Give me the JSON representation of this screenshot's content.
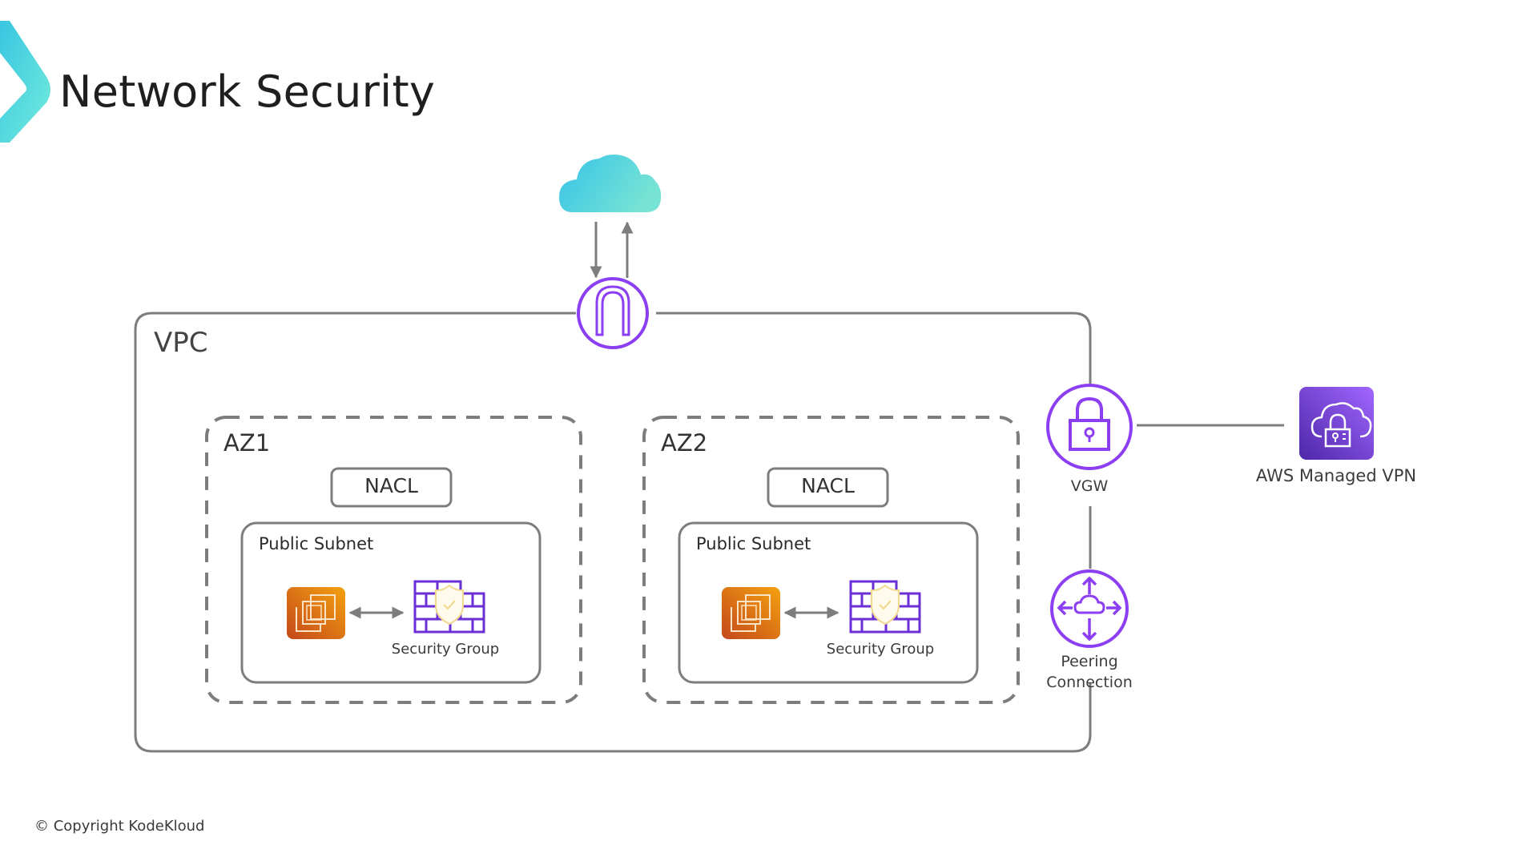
{
  "slide": {
    "title": "Network Security",
    "copyright": "© Copyright KodeKloud"
  },
  "colors": {
    "logo_start": "#3CC8E0",
    "logo_end": "#6EE8DC",
    "cloud_start": "#3CC5E6",
    "cloud_end": "#72E2D6",
    "aws_purple": "#8C3FF2",
    "ec2_start": "#C8511B",
    "ec2_end": "#F29A0E",
    "line_gray": "#7d7d7d",
    "shield_gold": "#F2DC9A"
  },
  "diagram": {
    "internet": {
      "icon": "cloud-icon"
    },
    "igw": {
      "icon": "internet-gateway-icon"
    },
    "vpc": {
      "label": "VPC"
    },
    "azs": [
      {
        "label": "AZ1",
        "nacl": "NACL",
        "subnet": "Public Subnet",
        "instance_icon": "ec2-instance-icon",
        "security_group": "Security Group"
      },
      {
        "label": "AZ2",
        "nacl": "NACL",
        "subnet": "Public Subnet",
        "instance_icon": "ec2-instance-icon",
        "security_group": "Security Group"
      }
    ],
    "vgw": {
      "label": "VGW",
      "icon": "lock-icon"
    },
    "peering": {
      "label_line1": "Peering",
      "label_line2": "Connection",
      "icon": "peering-arrows-icon"
    },
    "vpn": {
      "label": "AWS Managed VPN",
      "icon": "cloud-lock-icon"
    }
  }
}
